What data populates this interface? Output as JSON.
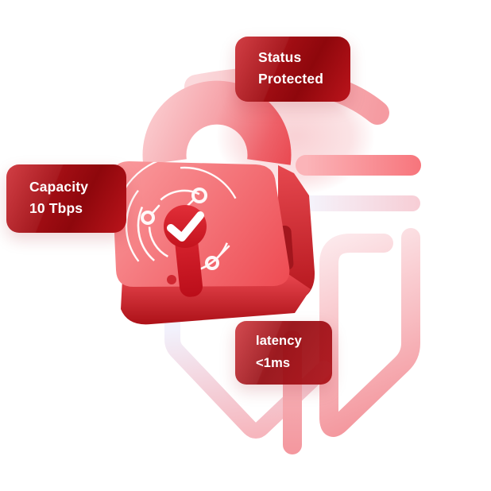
{
  "page": {
    "background_color": "#ffffff",
    "description": "Security padlock hero illustration with three metric badges"
  },
  "badges": {
    "status": {
      "line1": "Status",
      "line2": "Protected"
    },
    "capacity": {
      "line1": "Capacity",
      "line2": "10 Tbps"
    },
    "latency": {
      "line1": "latency",
      "line2": "<1ms"
    }
  },
  "badge_style": {
    "background_start": "#c91d24",
    "background_end": "#8e070c",
    "text_color": "#ffffff"
  },
  "illustration": {
    "icons": [
      "padlock-icon",
      "checkmark-icon",
      "radar-arcs-icon",
      "shield-outline-icon",
      "lock-outline-arc-icon"
    ],
    "colors": {
      "shackle_pink": "#f5a6ab",
      "body_red": "#f25a60",
      "body_side_red": "#c9242b",
      "base_red": "#b01117",
      "keyhole_dark_red": "#c5141f",
      "radar_white": "#ffffff",
      "outline_pink": "#f5989e",
      "outline_lavender": "#efeffc",
      "bar_salmon": "#f7777d"
    }
  }
}
